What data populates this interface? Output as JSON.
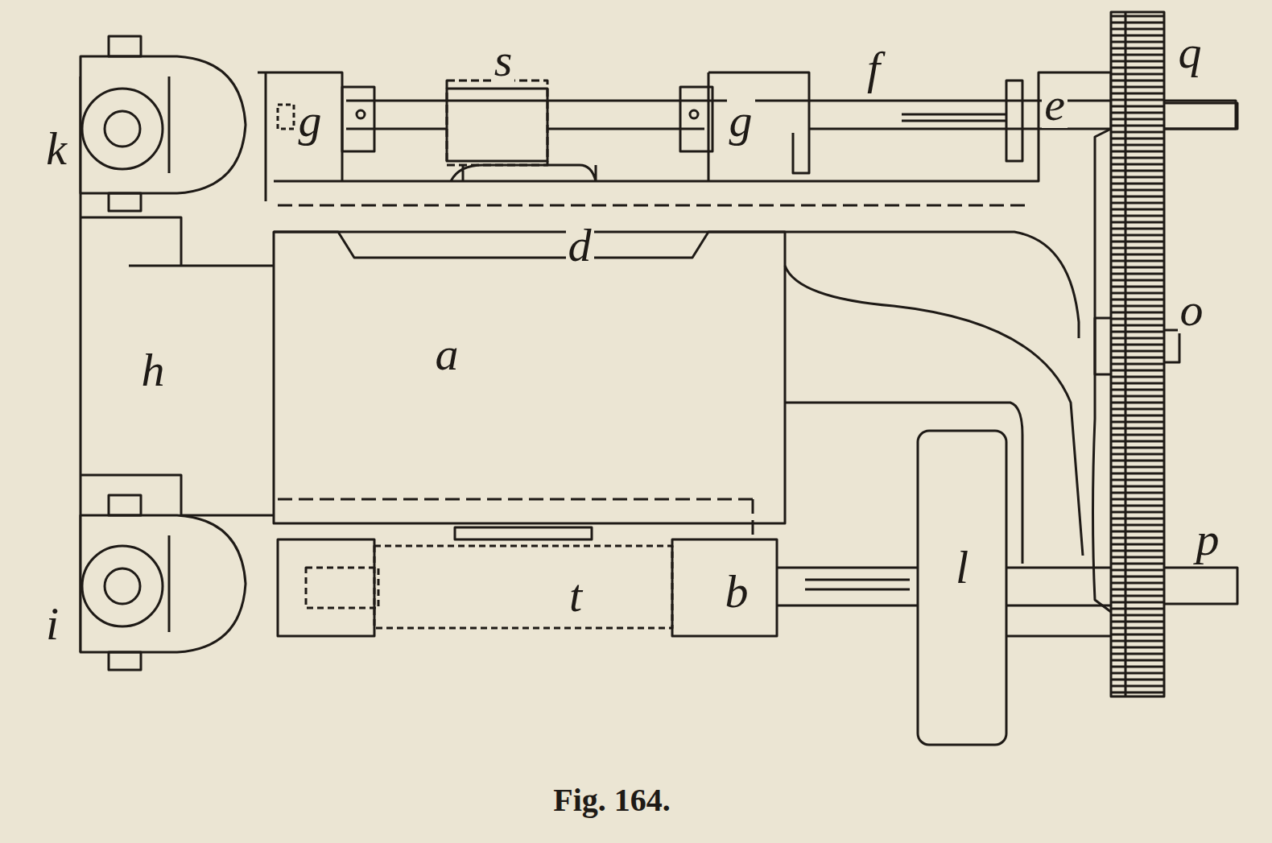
{
  "diagram": {
    "caption": "Fig. 164.",
    "labels": [
      "k",
      "s",
      "g",
      "g",
      "f",
      "e",
      "q",
      "d",
      "h",
      "a",
      "o",
      "l",
      "p",
      "i",
      "t",
      "b"
    ]
  }
}
